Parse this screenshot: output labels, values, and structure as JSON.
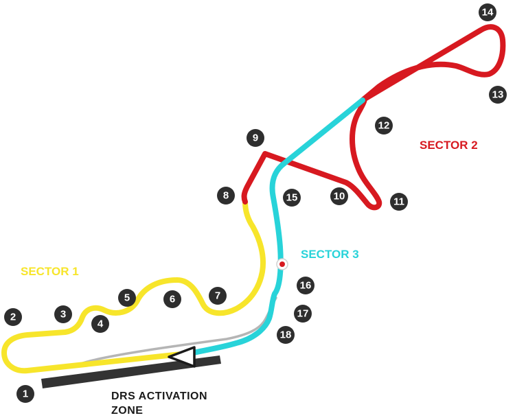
{
  "colors": {
    "sector1": "#f7e52b",
    "sector2": "#d71920",
    "sector3": "#28d3d9",
    "pit_lane": "#b5b5b5",
    "drs_zone": "#333333",
    "corner_marker": "#2e2e2e",
    "timing_point": "#d71920"
  },
  "sectors": {
    "sector1": "SECTOR 1",
    "sector2": "SECTOR 2",
    "sector3": "SECTOR 3"
  },
  "drs": {
    "line1": "DRS ACTIVATION",
    "line2": "ZONE"
  },
  "corners": [
    "1",
    "2",
    "3",
    "4",
    "5",
    "6",
    "7",
    "8",
    "9",
    "10",
    "11",
    "12",
    "13",
    "14",
    "15",
    "16",
    "17",
    "18"
  ]
}
